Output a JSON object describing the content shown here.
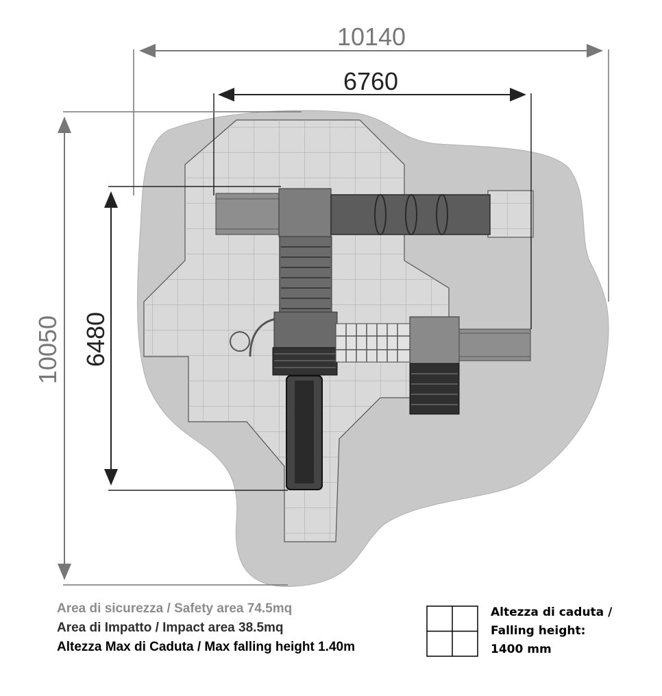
{
  "dimensions": {
    "overall_width": "10140",
    "play_width": "6760",
    "overall_depth": "10050",
    "play_depth": "6480"
  },
  "legend": {
    "safety_area": "Area di sicurezza / Safety area 74.5mq",
    "impact_area": "Area di Impatto / Impact area 38.5mq",
    "max_fall_height": "Altezza Max di Caduta / Max falling height 1.40m"
  },
  "falling_height": {
    "line1": "Altezza di caduta /",
    "line2": "Falling height:",
    "line3": "1400 mm"
  },
  "colors": {
    "safety_area": "#c8c8c8",
    "impact_area": "#d9d9d9",
    "dimension_gray": "#777777",
    "dimension_dark": "#222222",
    "structure": "#555555"
  }
}
